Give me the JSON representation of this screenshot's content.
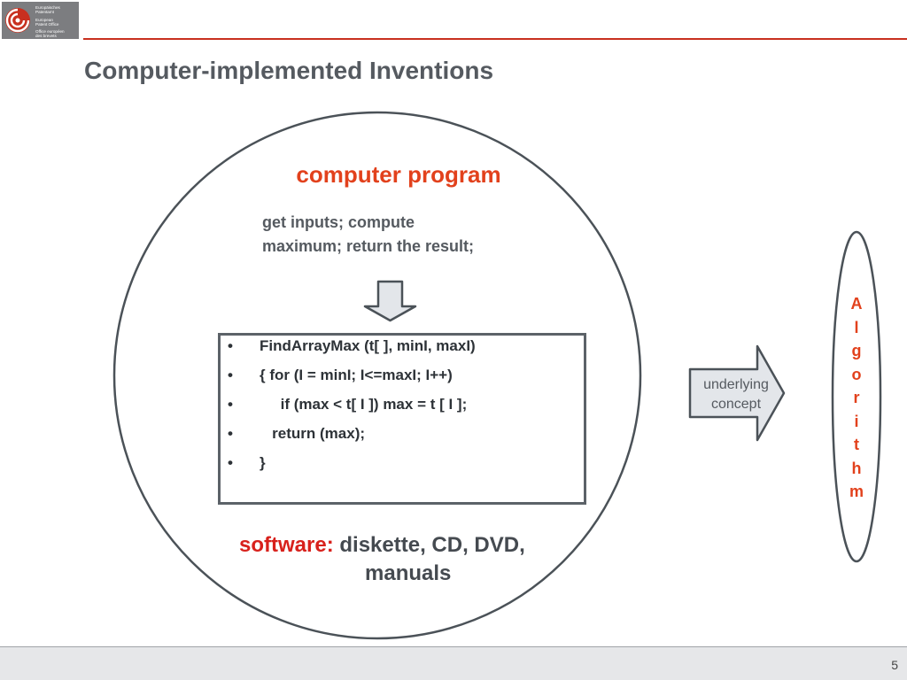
{
  "logo": {
    "name_lines": [
      "Europäisches",
      "Patentamt",
      "European",
      "Patent Office",
      "Office européen",
      "des brevets"
    ]
  },
  "title": "Computer-implemented Inventions",
  "program": {
    "title": "computer program",
    "pseudo_lines": [
      "get inputs; compute",
      "maximum; return the result;"
    ]
  },
  "code": {
    "bullet": "•",
    "lines": [
      "FindArrayMax (t[ ], minI, maxI)",
      "{ for (I = minI; I<=maxI; I++)",
      "     if (max < t[ I ]) max = t [ I ];",
      "   return (max);",
      "}"
    ]
  },
  "software": {
    "label": "software:",
    "line1": "diskette, CD, DVD,",
    "line2": "manuals"
  },
  "arrow": {
    "lines": [
      "underlying",
      "concept"
    ]
  },
  "algorithm_letters": [
    "A",
    "l",
    "g",
    "o",
    "r",
    "i",
    "t",
    "h",
    "m"
  ],
  "page_number": "5",
  "colors": {
    "accent_red": "#e2411c",
    "rule_red": "#c8301f",
    "outline": "#4b5258",
    "arrow_fill": "#e3e6ea"
  }
}
